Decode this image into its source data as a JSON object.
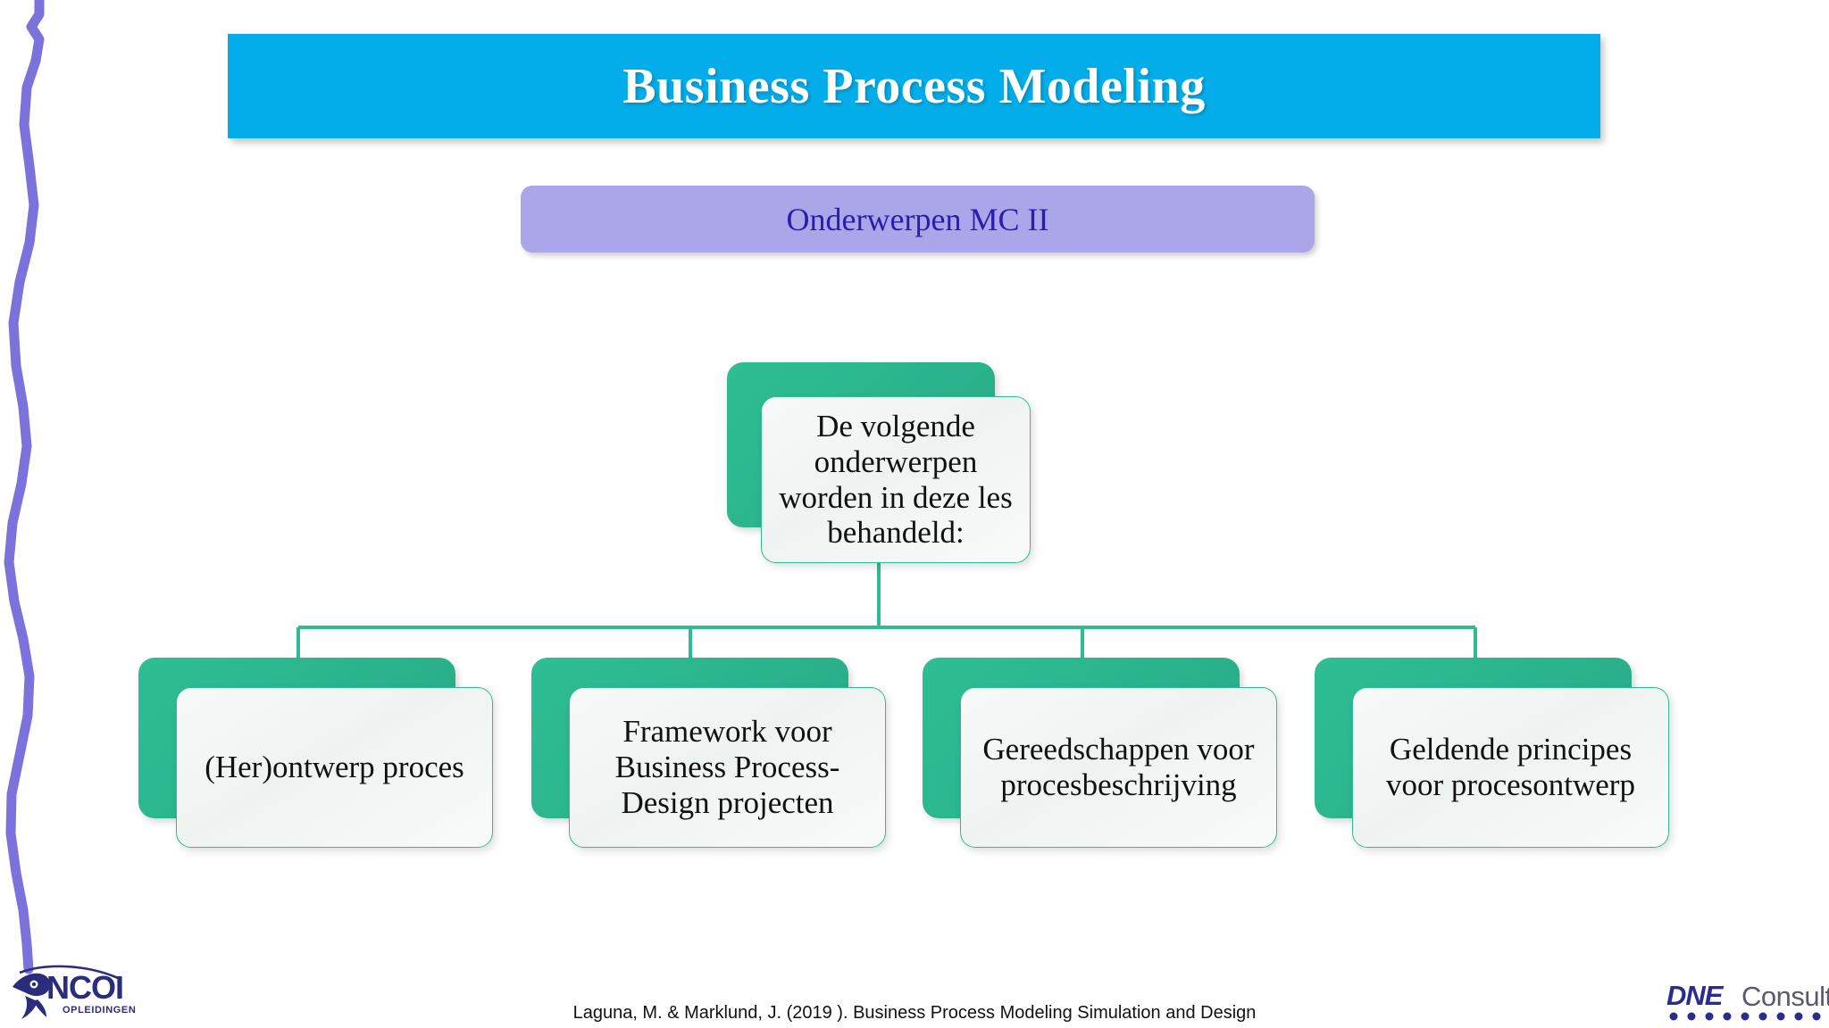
{
  "slide": {
    "title": "Business Process Modeling",
    "subtitle": "Onderwerpen MC II",
    "citation": "Laguna, M. & Marklund, J. (2019 ). Business Process Modeling Simulation and Design"
  },
  "colors": {
    "title_bar": "#02ADE9",
    "title_text": "#FFFFFF",
    "subtitle_bar": "#AAA6E9",
    "subtitle_text": "#2A1FA8",
    "node_green": "#2DBC93",
    "node_card": "#F2F6F4",
    "connector": "#2DBC93",
    "squiggle": "#7B73DB",
    "logo_navy": "#2B2C7C"
  },
  "chart_data": {
    "type": "diagram",
    "layout": "org-chart",
    "root": {
      "id": "root",
      "label": "De volgende onderwerpen worden in deze les behandeld:",
      "lines": [
        "De volgende",
        "onderwerpen",
        "worden in deze les",
        "behandeld:"
      ]
    },
    "children": [
      {
        "id": "child-1",
        "label": "(Her)ontwerp proces",
        "lines": [
          "(Her)ontwerp",
          "proces"
        ]
      },
      {
        "id": "child-2",
        "label": "Framework voor Business Process-Design projecten",
        "lines": [
          "Framework voor",
          "Business Process-",
          "Design projecten"
        ]
      },
      {
        "id": "child-3",
        "label": "Gereedschappen voor procesbeschrijving",
        "lines": [
          "Gereedschappen",
          "voor",
          "procesbeschrijving"
        ]
      },
      {
        "id": "child-4",
        "label": "Geldende principes voor procesontwerp",
        "lines": [
          "Geldende principes",
          "voor",
          "procesontwerp"
        ]
      }
    ],
    "edges": [
      {
        "from": "root",
        "to": "child-1"
      },
      {
        "from": "root",
        "to": "child-2"
      },
      {
        "from": "root",
        "to": "child-3"
      },
      {
        "from": "root",
        "to": "child-4"
      }
    ]
  },
  "logos": {
    "left": {
      "name": "NCOI",
      "wordmark": "NCOI",
      "tagline": "OPLEIDINGEN"
    },
    "right": {
      "name": "DNE Consult",
      "bold_part": "DNE",
      "light_part": "Consult"
    }
  }
}
